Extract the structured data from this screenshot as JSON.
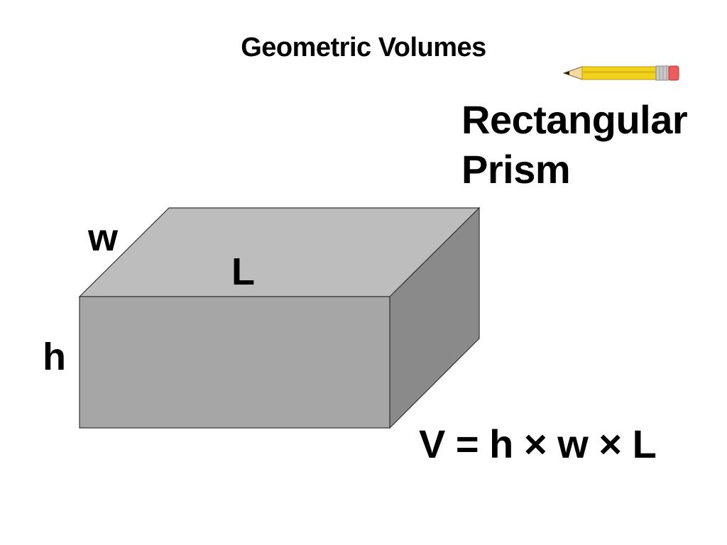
{
  "title": "Geometric Volumes",
  "shape_name": {
    "line1": "Rectangular",
    "line2": "Prism"
  },
  "labels": {
    "width": "w",
    "length": "L",
    "height": "h"
  },
  "formula": "V = h × w × L",
  "colors": {
    "front_face": "#a6a6a6",
    "top_face": "#bdbdbd",
    "side_face": "#8a8a8a",
    "edge": "#333333",
    "pencil_body": "#f2d21b",
    "pencil_eraser": "#ef5a5a"
  },
  "icons": {
    "decoration": "pencil-icon"
  }
}
